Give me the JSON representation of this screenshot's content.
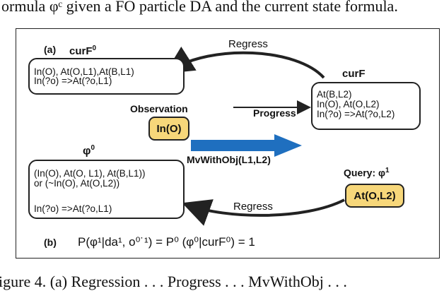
{
  "caption_top": "ormula φᶜ given a FO particle DA and the current state formula.",
  "caption_bottom": "igure 4.  (a) Regression . . . Progress . . . MvWithObj . . .",
  "panel_a": {
    "label": "(a)",
    "curF0": {
      "title": "curF",
      "sup": "0",
      "lines": [
        "In(O), At(O,L1),At(B,L1)",
        "In(?o) =>At(?o,L1)"
      ]
    },
    "curF": {
      "title": "curF",
      "lines": [
        "At(B,L2)",
        "In(O), At(O,L2)",
        "In(?o) =>At(?o,L2)"
      ]
    },
    "regress_label": "Regress",
    "progress_label": "Progress",
    "observation_label": "Observation",
    "observation_value": "In(O)",
    "action_label": "MvWithObj(L1,L2)"
  },
  "panel_b": {
    "label": "(b)",
    "phi0": {
      "title": "φ",
      "sup": "0",
      "lines": [
        "(In(O), At(O, L1), At(B,L1))",
        "or (~In(O), At(O,L2))",
        "",
        "In(?o) =>At(?o,L1)"
      ]
    },
    "query_label": "Query: φ",
    "query_sup": "1",
    "query_value": "At(O,L2)",
    "regress_label": "Regress",
    "equation": "P(φ¹|da¹, o⁰˙¹) = P⁰ (φ⁰|curF⁰) = 1"
  },
  "colors": {
    "pill": "#f7d77a",
    "action_arrow": "#1f6fbf",
    "ink": "#222222"
  }
}
